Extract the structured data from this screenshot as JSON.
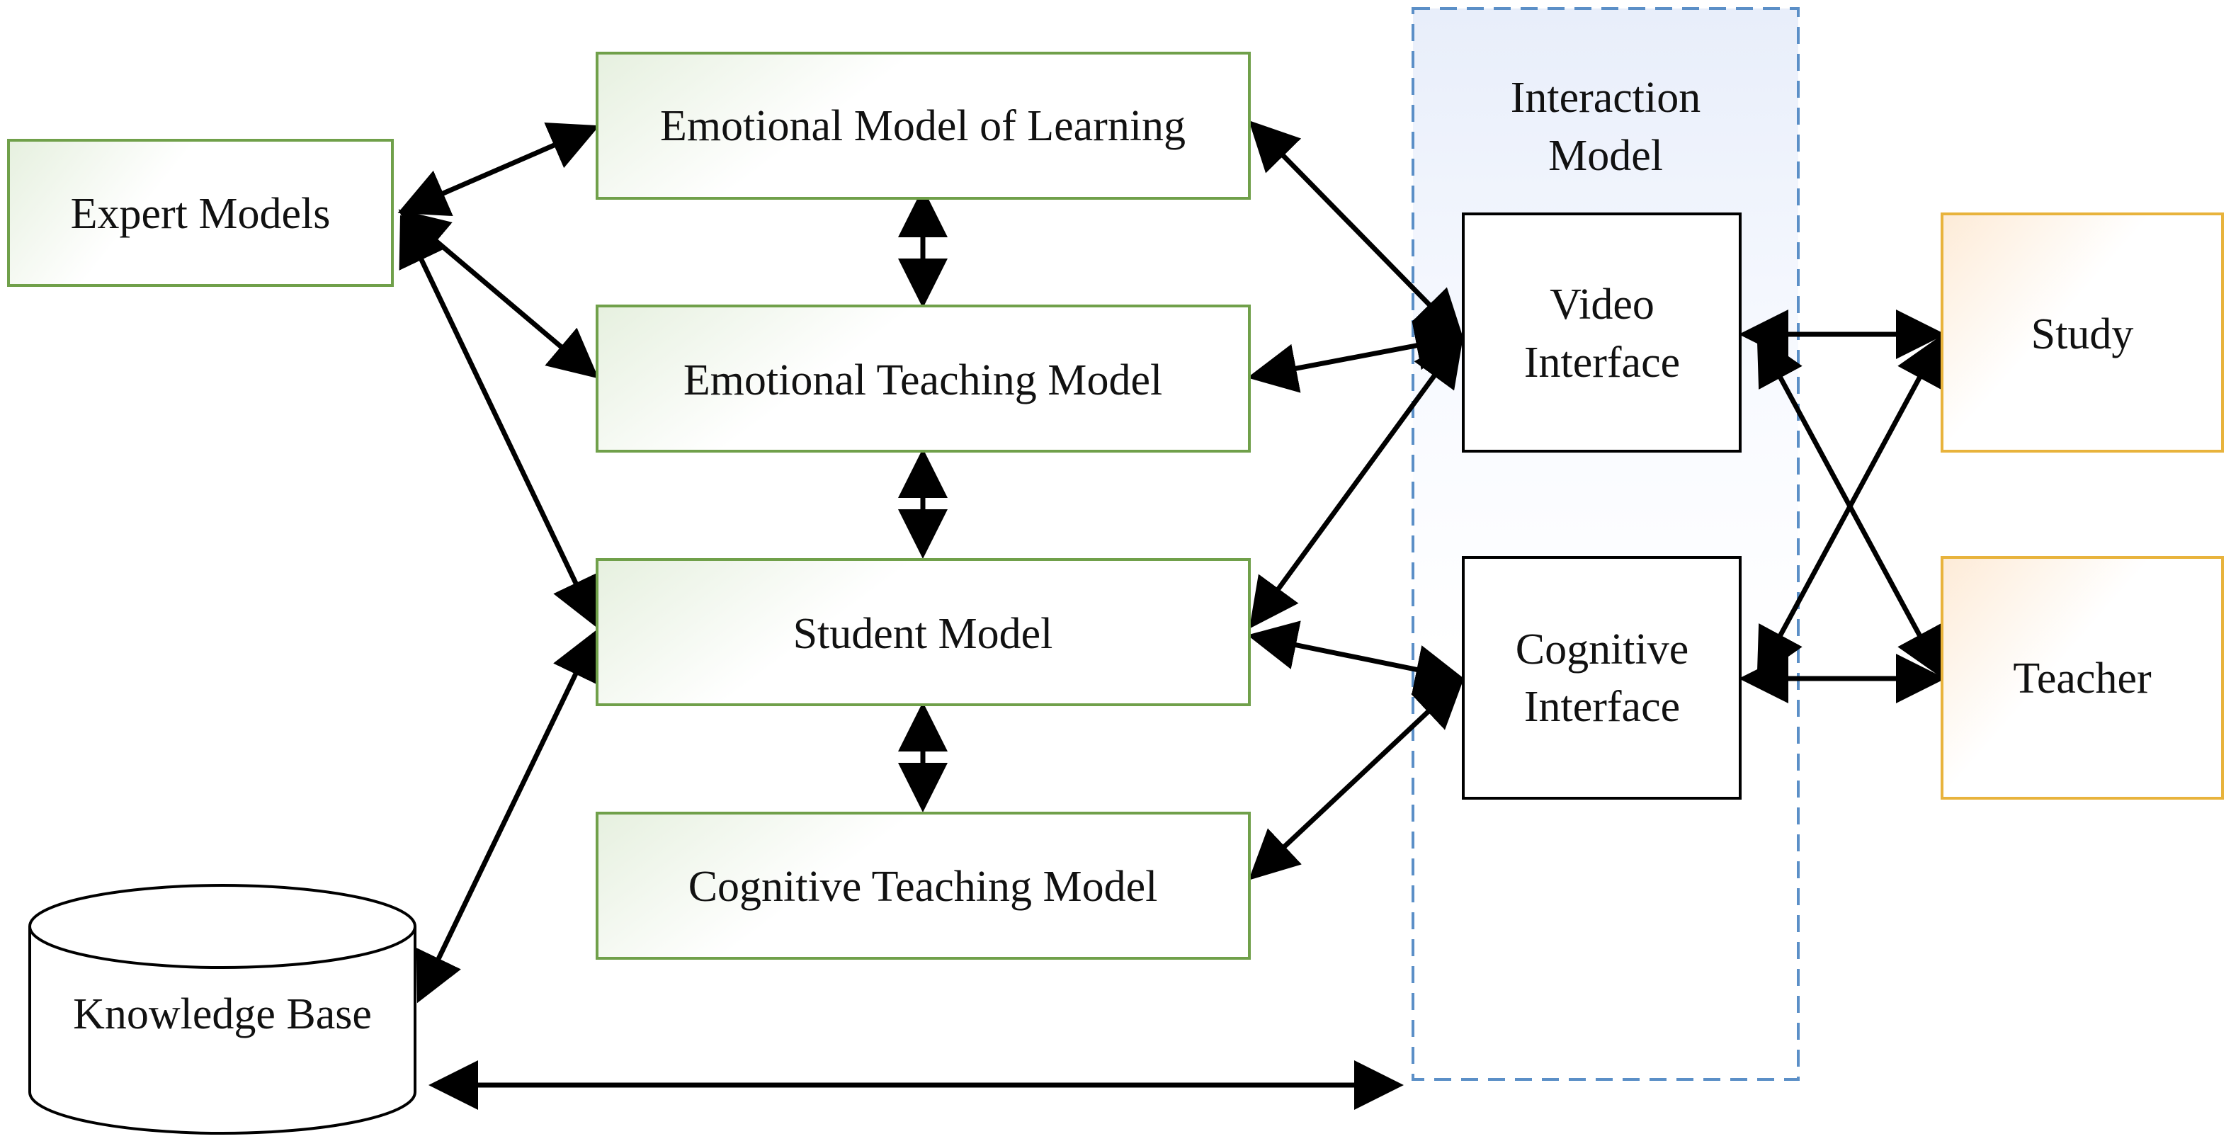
{
  "nodes": {
    "expert_models": "Expert Models",
    "emotional_model_of_learning": "Emotional Model of Learning",
    "emotional_teaching_model": "Emotional Teaching Model",
    "student_model": "Student Model",
    "cognitive_teaching_model": "Cognitive Teaching Model",
    "knowledge_base": "Knowledge Base",
    "interaction_model": [
      "Interaction",
      "Model"
    ],
    "video_interface": [
      "Video",
      "Interface"
    ],
    "cognitive_interface": [
      "Cognitive",
      "Interface"
    ],
    "study": "Study",
    "teacher": "Teacher"
  },
  "colors": {
    "model_border": "#70a04a",
    "model_fill_from": "#e6f0df",
    "user_border": "#e8b33c",
    "user_fill_from": "#fdebd7",
    "interaction_border": "#5b8fc7",
    "interaction_fill_from": "#e8eefa",
    "arrow": "#000000"
  }
}
